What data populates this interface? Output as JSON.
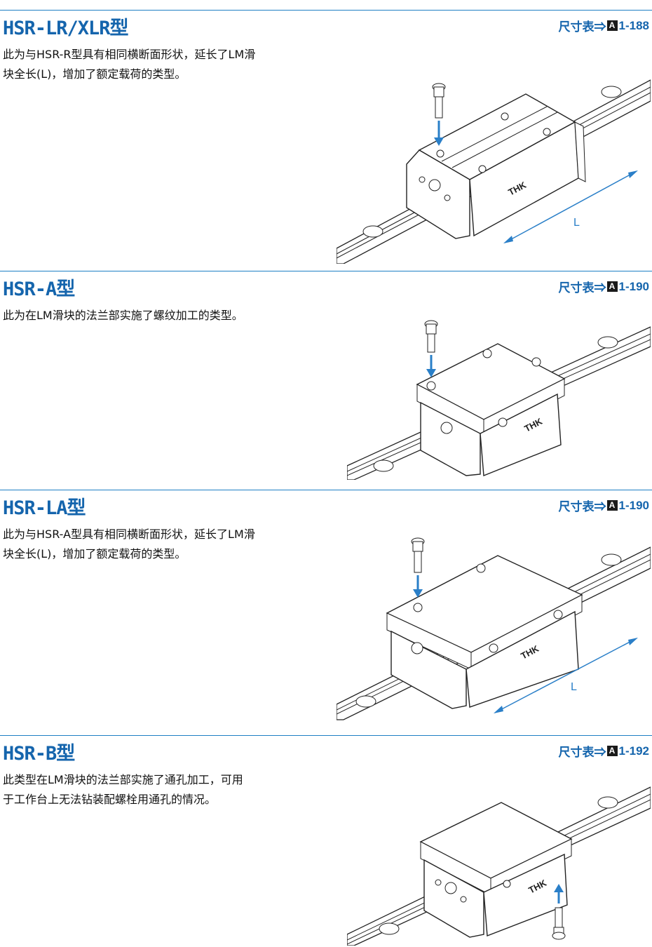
{
  "sections": [
    {
      "title": "HSR-LR/XLR型",
      "ref_prefix": "尺寸表⇒",
      "ref_box": "A",
      "ref_page": "1-188",
      "desc_lines": [
        "此为与HSR-R型具有相同横断面形状，延长了LM滑",
        "块全长(L)，增加了额定载荷的类型。"
      ],
      "brand": "THK",
      "dimension_label": "L"
    },
    {
      "title": "HSR-A型",
      "ref_prefix": "尺寸表⇒",
      "ref_box": "A",
      "ref_page": "1-190",
      "desc_lines": [
        "此为在LM滑块的法兰部实施了螺纹加工的类型。"
      ],
      "brand": "THK"
    },
    {
      "title": "HSR-LA型",
      "ref_prefix": "尺寸表⇒",
      "ref_box": "A",
      "ref_page": "1-190",
      "desc_lines": [
        "此为与HSR-A型具有相同横断面形状，延长了LM滑",
        "块全长(L)，增加了额定载荷的类型。"
      ],
      "brand": "THK",
      "dimension_label": "L"
    },
    {
      "title": "HSR-B型",
      "ref_prefix": "尺寸表⇒",
      "ref_box": "A",
      "ref_page": "1-192",
      "desc_lines": [
        "此类型在LM滑块的法兰部实施了通孔加工，可用",
        "于工作台上无法钻装配螺栓用通孔的情况。"
      ],
      "brand": "THK"
    }
  ],
  "colors": {
    "accent": "#1565ad",
    "rule": "#1e7fc4",
    "arrow": "#2a7fc8"
  }
}
